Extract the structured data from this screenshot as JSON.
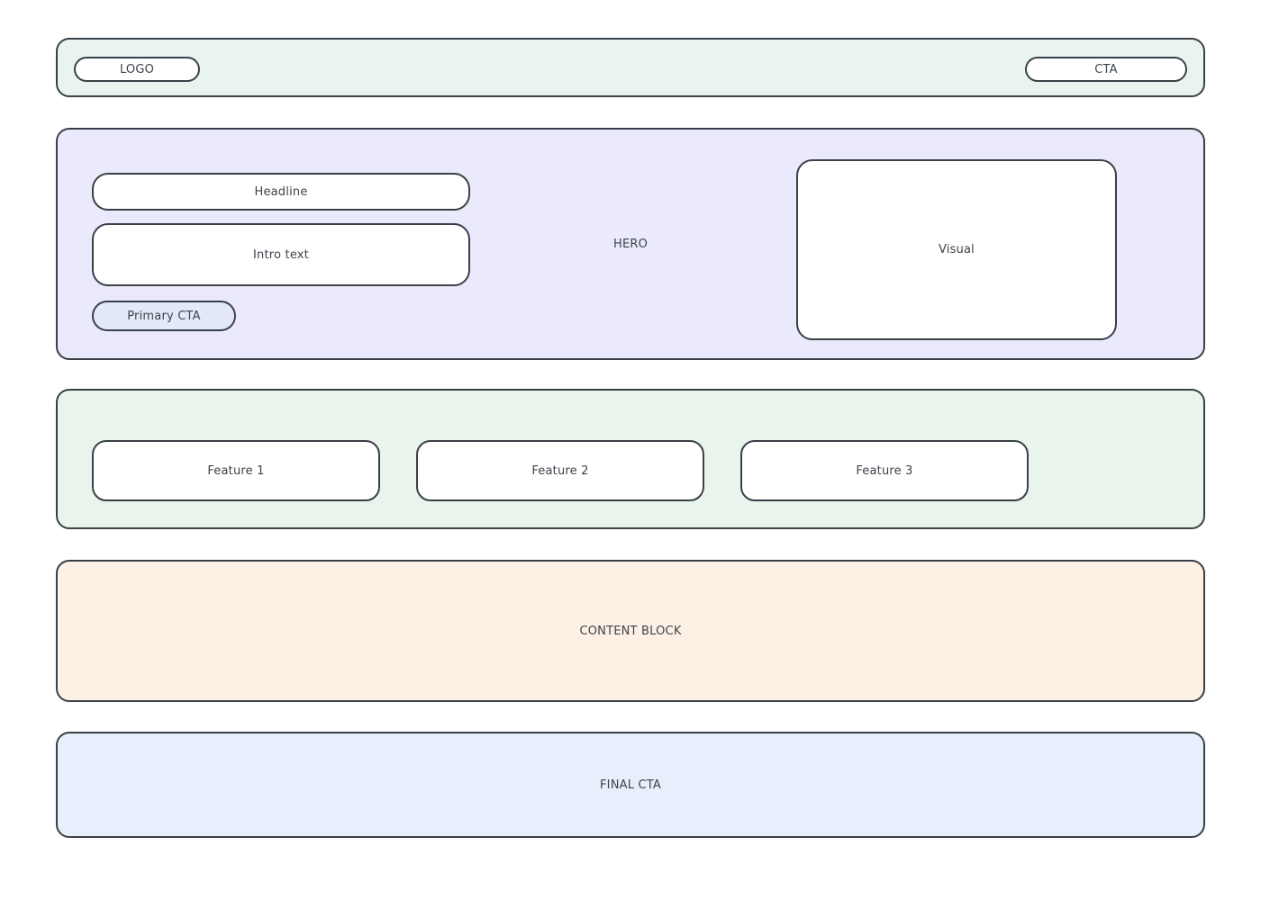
{
  "colors": {
    "topbar_bg": "#e9f4f1",
    "hero_bg": "#ebe9fc",
    "features_bg": "#e9f4ec",
    "content_bg": "#fdf1e5",
    "final_bg": "#e8eefb",
    "pill_bg": "#ffffff",
    "primary_cta_bg": "#e3e9f8",
    "card_bg": "#ffffff",
    "border": "#3a4047",
    "text": "#3d434a"
  },
  "topbar": {
    "logo_label": "LOGO",
    "cta_label": "CTA"
  },
  "hero": {
    "section_label": "HERO",
    "headline_label": "Headline",
    "intro_label": "Intro text",
    "primary_cta_label": "Primary CTA",
    "visual_label": "Visual"
  },
  "features": {
    "items": [
      {
        "label": "Feature 1"
      },
      {
        "label": "Feature 2"
      },
      {
        "label": "Feature 3"
      }
    ]
  },
  "content_block": {
    "label": "CONTENT BLOCK"
  },
  "final_cta": {
    "label": "FINAL CTA"
  }
}
